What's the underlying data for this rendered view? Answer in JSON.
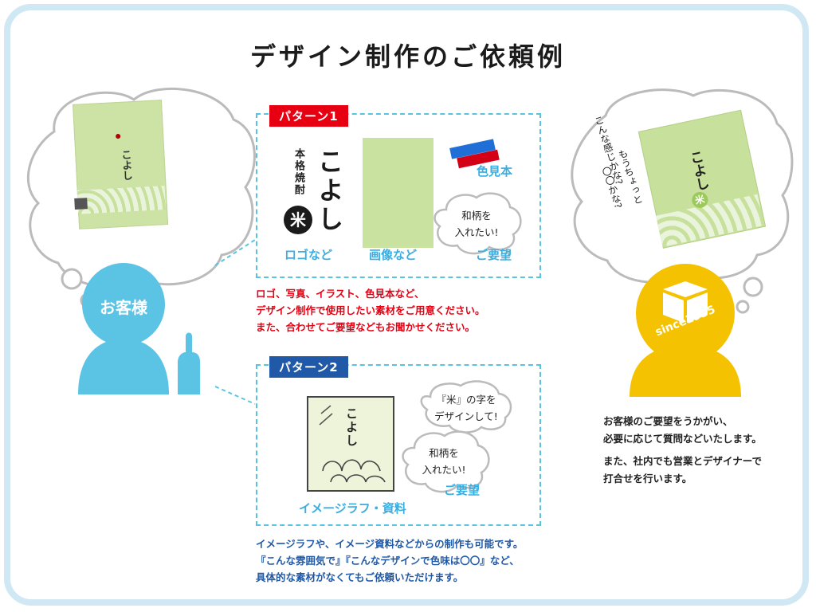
{
  "title": "デザイン制作のご依頼例",
  "customer": {
    "label": "お客様"
  },
  "company": {
    "since": "since1935"
  },
  "pattern1": {
    "tag": "パターン1",
    "label_vertical": "本格焼酎",
    "logo_text": "こよし",
    "logo_mark": "米",
    "logo_caption": "ロゴなど",
    "image_caption": "画像など",
    "color_caption": "色見本",
    "bubble_text": [
      "和柄を",
      "入れたい!"
    ],
    "request_caption": "ご要望",
    "note": [
      "ロゴ、写真、イラスト、色見本など、",
      "デザイン制作で使用したい素材をご用意ください。",
      "また、合わせてご要望などもお聞かせください。"
    ]
  },
  "pattern2": {
    "tag": "パターン2",
    "sketch_text": "こよし",
    "bubble1": [
      "『米』の字を",
      "デザインして!"
    ],
    "bubble2": [
      "和柄を",
      "入れたい!"
    ],
    "request_caption": "ご要望",
    "sketch_caption": "イメージラフ・資料",
    "note": [
      "イメージラフや、イメージ資料などからの制作も可能です。",
      "『こんな雰囲気で』『こんなデザインで色味は〇〇』など、",
      "具体的な素材がなくてもご依頼いただけます。"
    ]
  },
  "designer_thought": {
    "lines": [
      "こんな感じかな?",
      "もうちょっと",
      "〇〇かな?"
    ],
    "package_text": "こよし",
    "package_mark": "米"
  },
  "designer_note": [
    "お客様のご要望をうかがい、",
    "必要に応じて質問などいたします。",
    "また、社内でも営業とデザイナーで",
    "打合せを行います。"
  ],
  "colors": {
    "red": "#e60012",
    "blue": "#1f59a8",
    "cyan": "#5bc3e3",
    "yellow": "#f4c200",
    "green": "#c9e2a0"
  }
}
